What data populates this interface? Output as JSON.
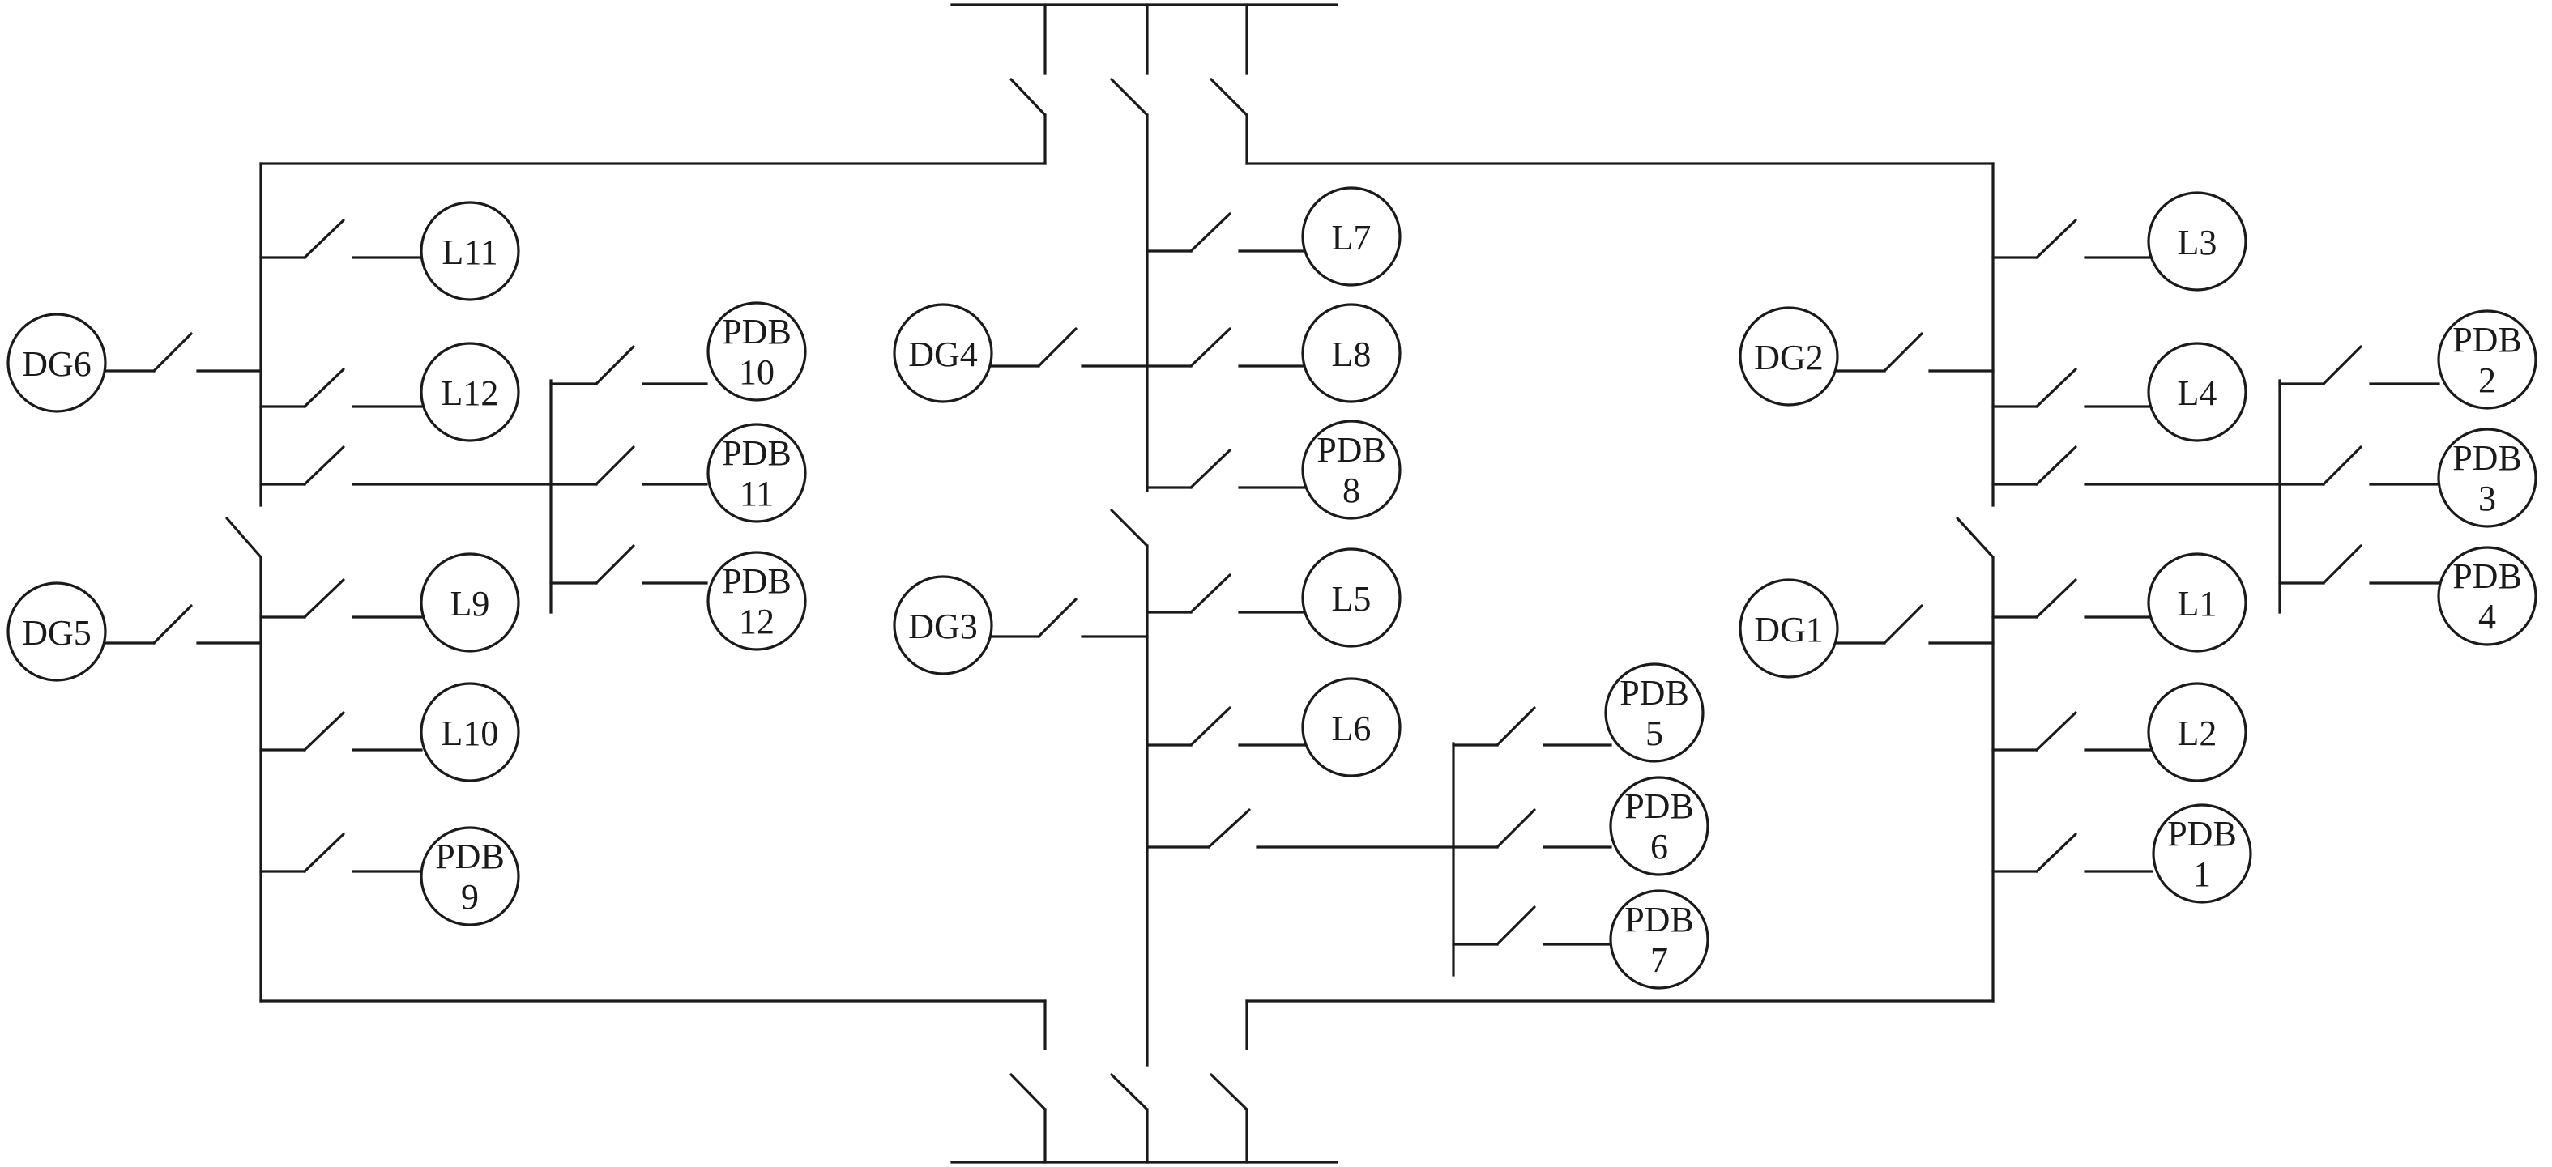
{
  "nodes": {
    "DG6": [
      "DG6"
    ],
    "DG5": [
      "DG5"
    ],
    "DG4": [
      "DG4"
    ],
    "DG3": [
      "DG3"
    ],
    "DG2": [
      "DG2"
    ],
    "DG1": [
      "DG1"
    ],
    "L1": [
      "L1"
    ],
    "L2": [
      "L2"
    ],
    "L3": [
      "L3"
    ],
    "L4": [
      "L4"
    ],
    "L5": [
      "L5"
    ],
    "L6": [
      "L6"
    ],
    "L7": [
      "L7"
    ],
    "L8": [
      "L8"
    ],
    "L9": [
      "L9"
    ],
    "L10": [
      "L10"
    ],
    "L11": [
      "L11"
    ],
    "L12": [
      "L12"
    ],
    "PDB1": [
      "PDB",
      "1"
    ],
    "PDB2": [
      "PDB",
      "2"
    ],
    "PDB3": [
      "PDB",
      "3"
    ],
    "PDB4": [
      "PDB",
      "4"
    ],
    "PDB5": [
      "PDB",
      "5"
    ],
    "PDB6": [
      "PDB",
      "6"
    ],
    "PDB7": [
      "PDB",
      "7"
    ],
    "PDB8": [
      "PDB",
      "8"
    ],
    "PDB9": [
      "PDB",
      "9"
    ],
    "PDB10": [
      "PDB",
      "10"
    ],
    "PDB11": [
      "PDB",
      "11"
    ],
    "PDB12": [
      "PDB",
      "12"
    ]
  }
}
